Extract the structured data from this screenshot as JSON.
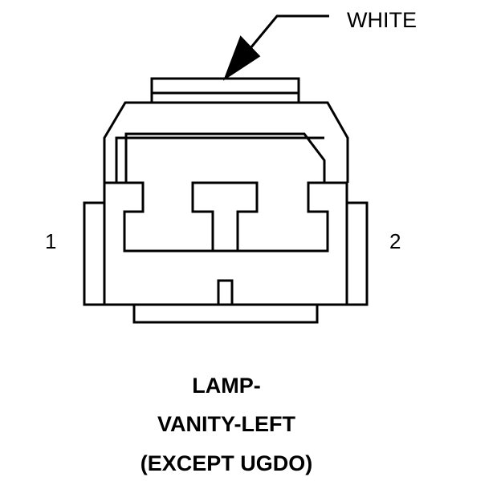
{
  "callout": {
    "text": "WHITE"
  },
  "pins": {
    "pin1": "1",
    "pin2": "2"
  },
  "title": {
    "line1": "LAMP-",
    "line2": "VANITY-LEFT",
    "line3": "(EXCEPT UGDO)"
  },
  "colors": {
    "ink": "#000000",
    "background": "#ffffff"
  }
}
